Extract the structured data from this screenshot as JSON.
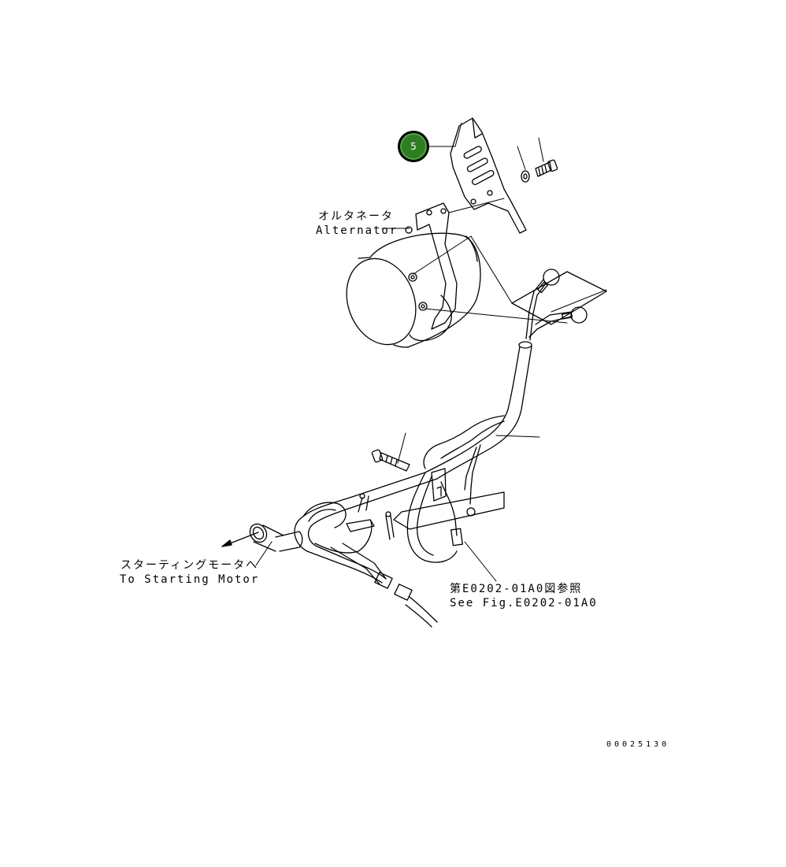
{
  "callout": {
    "number": "5",
    "color": "#2e7d22"
  },
  "labels": {
    "alternator_jp": "オルタネータ",
    "alternator_en": "Alternator",
    "starting_motor_jp": "スターティングモータへ",
    "starting_motor_en": "To Starting Motor",
    "see_fig_jp": "第E0202-01A0図参照",
    "see_fig_en": "See Fig.E0202-01A0"
  },
  "drawing_code": "00025130"
}
